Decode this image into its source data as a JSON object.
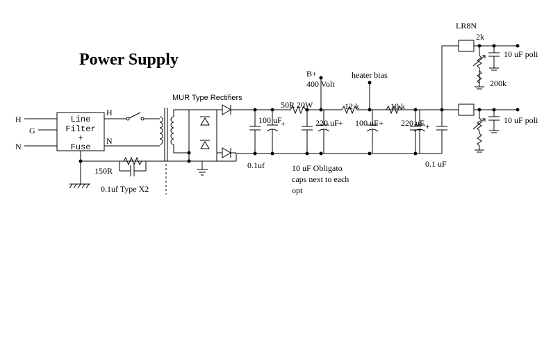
{
  "title": "Power Supply",
  "inputs": {
    "hot": "H",
    "ground": "G",
    "neutral": "N"
  },
  "filter_box": {
    "line1": "Line",
    "line2": "Filter",
    "line3": "+",
    "line4": "Fuse"
  },
  "filter_out": {
    "hot": "H",
    "neutral": "N"
  },
  "rectifier_label": "MUR Type Rectifiers",
  "ground_network": {
    "resistor": "150R",
    "capacitor": "0.1uf Type X2"
  },
  "labels": {
    "c_snub1": "0.1uf",
    "c1": "100 uF",
    "c1_plus": "+",
    "r1": "50R 20W",
    "bplus": "B+",
    "bplus_volt": "400 Volt",
    "c2": "220 uF",
    "c2_plus": "+",
    "r2": "12 k",
    "heater": "heater bias",
    "c3": "100 uF",
    "c3_plus": "+",
    "r3": "10 k",
    "c4": "220 uF",
    "c4_plus": "+",
    "c_snub2": "0.1 uF",
    "note1": "10 uF Obligato",
    "note2": "caps next to each",
    "note3": "opt"
  },
  "regulators": {
    "part": "LR8N",
    "pot": "2k",
    "res": "200k",
    "cap_top": "10 uF poli",
    "cap_bottom": "10 uF poli"
  }
}
